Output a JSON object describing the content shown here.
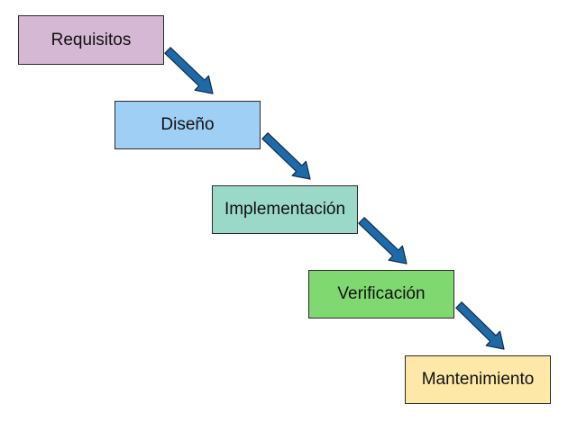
{
  "diagram": {
    "type": "waterfall",
    "phases": [
      {
        "id": "requisitos",
        "label": "Requisitos",
        "color": "#d5b8d4"
      },
      {
        "id": "diseno",
        "label": "Diseño",
        "color": "#9fcff5"
      },
      {
        "id": "impl",
        "label": "Implementación",
        "color": "#9ad8c8"
      },
      {
        "id": "verif",
        "label": "Verificación",
        "color": "#80d870"
      },
      {
        "id": "mant",
        "label": "Mantenimiento",
        "color": "#fde8a8"
      }
    ],
    "arrow_color": "#1e6aa8",
    "arrow_outline": "#0d2d4d"
  }
}
